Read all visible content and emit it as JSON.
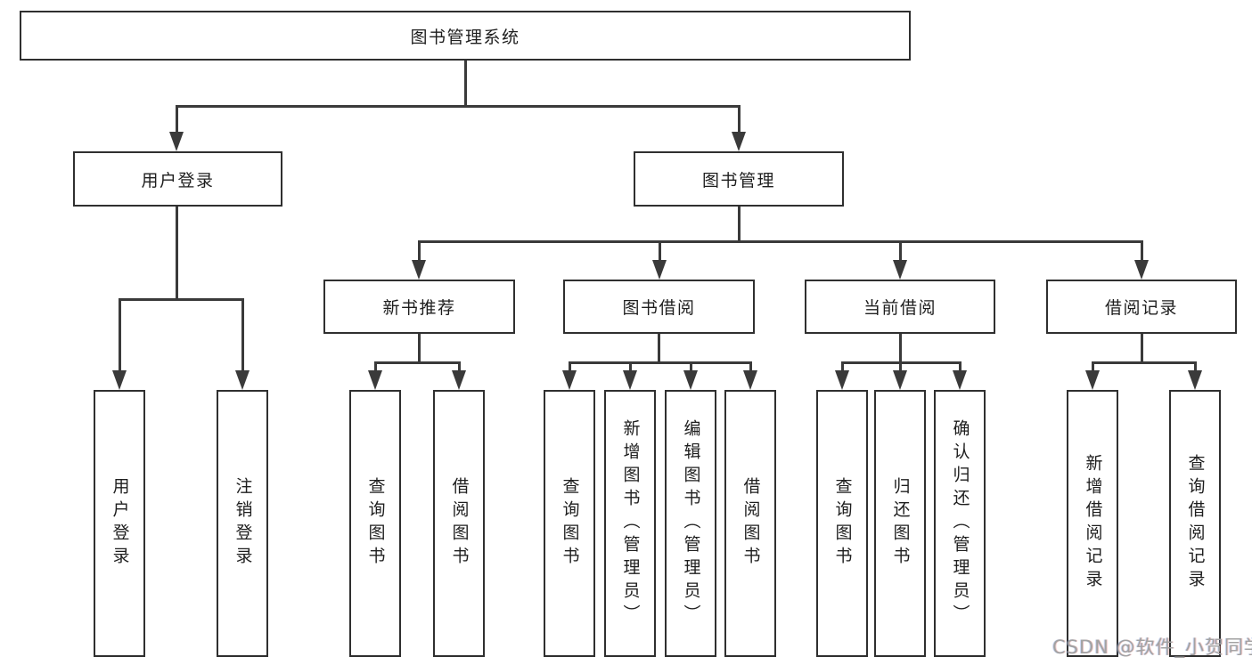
{
  "tree": {
    "root": "图书管理系统",
    "branches": [
      {
        "label": "用户登录",
        "children": [
          {
            "label": "用户登录"
          },
          {
            "label": "注销登录"
          }
        ]
      },
      {
        "label": "图书管理",
        "children": [
          {
            "label": "新书推荐",
            "children": [
              {
                "label": "查询图书"
              },
              {
                "label": "借阅图书"
              }
            ]
          },
          {
            "label": "图书借阅",
            "children": [
              {
                "label": "查询图书"
              },
              {
                "label": "新增图书（管理员）"
              },
              {
                "label": "编辑图书（管理员）"
              },
              {
                "label": "借阅图书"
              }
            ]
          },
          {
            "label": "当前借阅",
            "children": [
              {
                "label": "查询图书"
              },
              {
                "label": "归还图书"
              },
              {
                "label": "确认归还（管理员）"
              }
            ]
          },
          {
            "label": "借阅记录",
            "children": [
              {
                "label": "新增借阅记录"
              },
              {
                "label": "查询借阅记录"
              }
            ]
          }
        ]
      }
    ]
  },
  "watermark": {
    "text": "CSDN @软件_小贺同学"
  },
  "colors": {
    "background": "#ffffff",
    "box_border": "#2f2f2f",
    "line": "#3a3a3a",
    "text": "#1e1e1e",
    "watermark": "#a2a2a2"
  }
}
